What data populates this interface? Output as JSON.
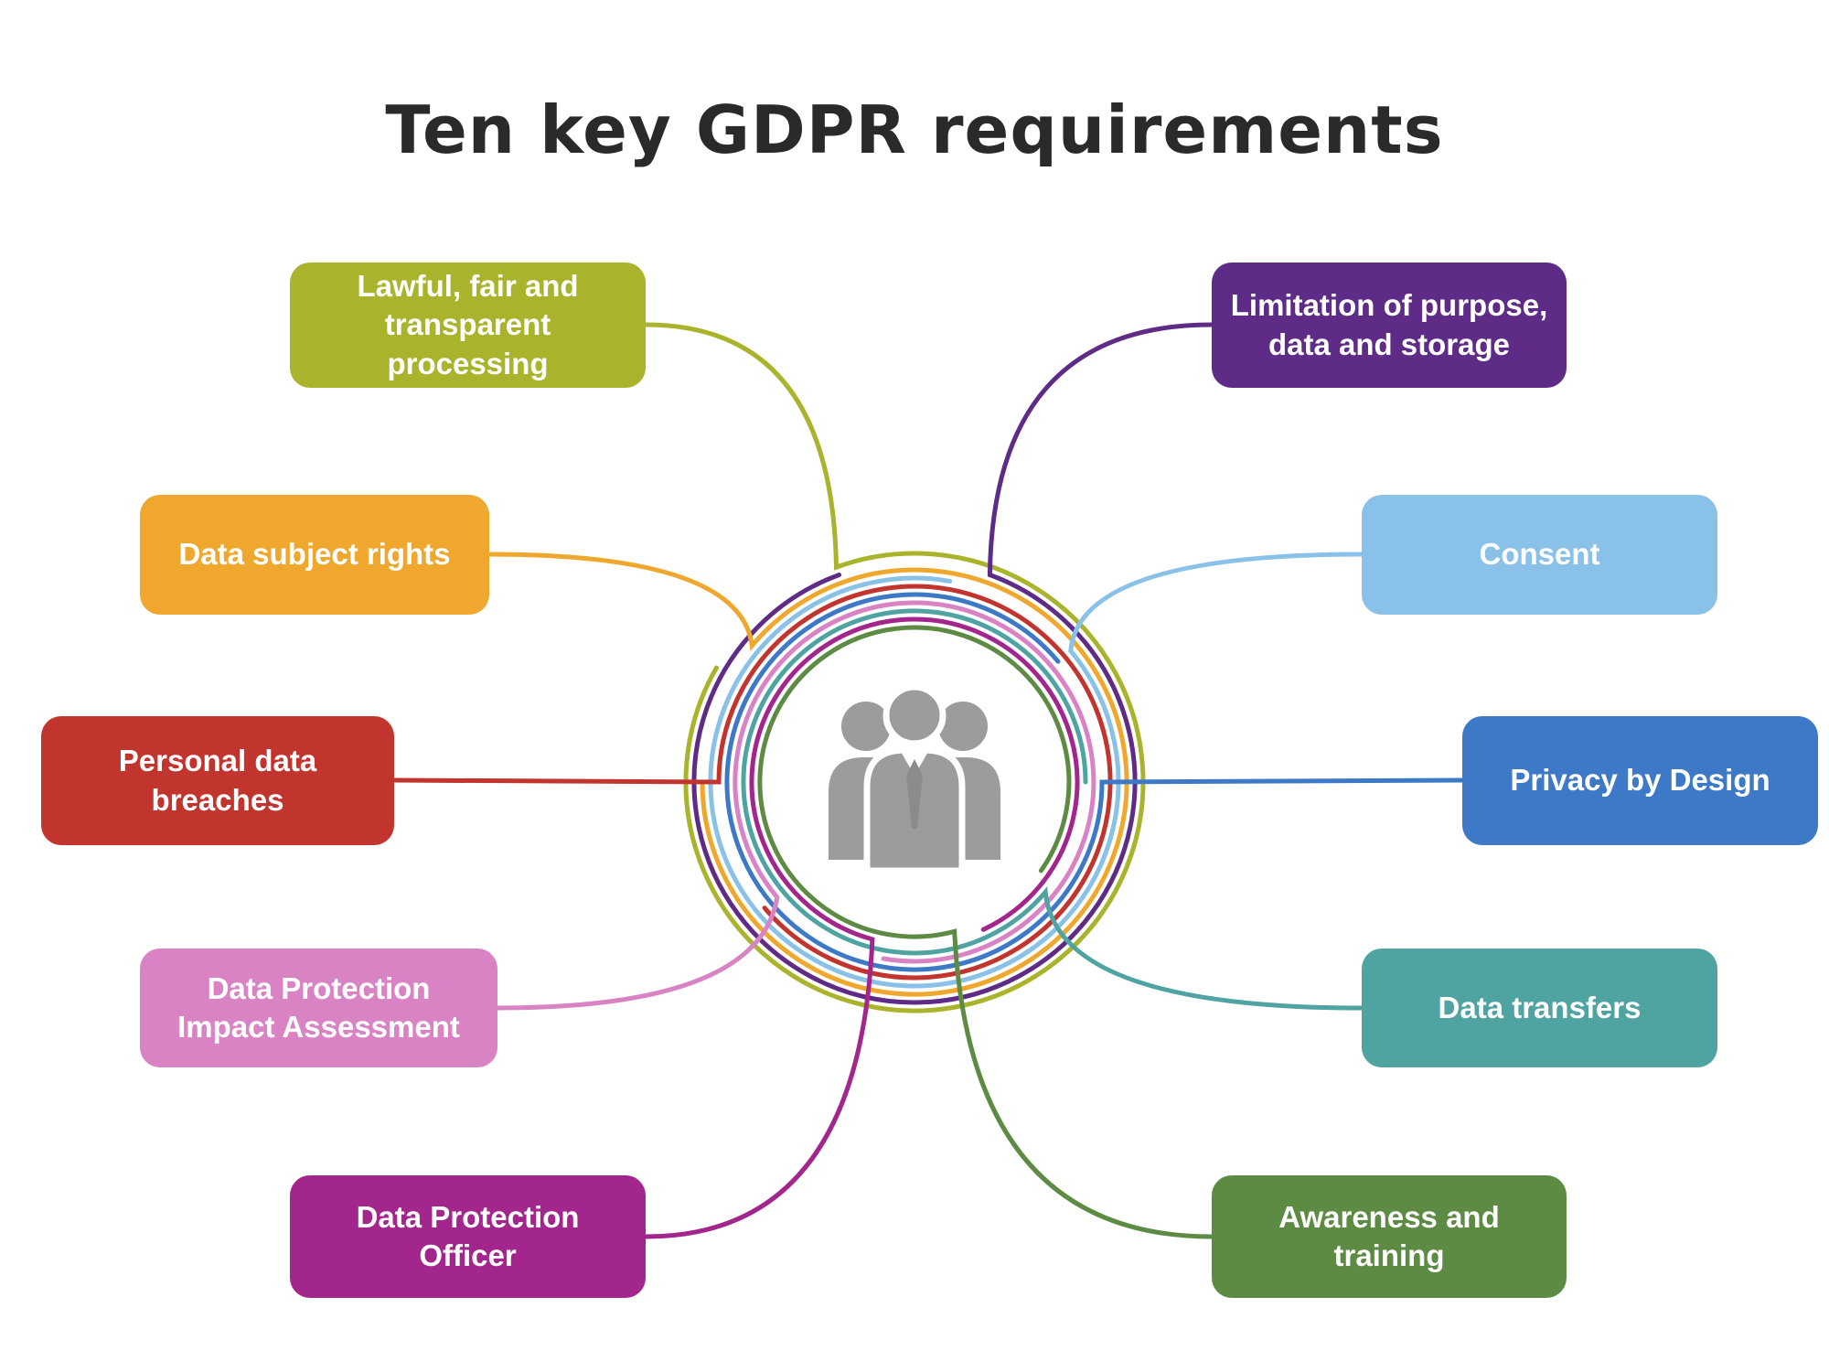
{
  "title": "Ten key GDPR requirements",
  "center_icon": "people-group-icon",
  "items": [
    {
      "label": "Lawful, fair and transparent processing",
      "color": "#a9b42c"
    },
    {
      "label": "Limitation of purpose, data and storage",
      "color": "#5e2b87"
    },
    {
      "label": "Data subject rights",
      "color": "#efa82d"
    },
    {
      "label": "Consent",
      "color": "#8ac1e8"
    },
    {
      "label": "Personal data breaches",
      "color": "#c2342e"
    },
    {
      "label": "Privacy by Design",
      "color": "#3d79c6"
    },
    {
      "label": "Data Protection Impact Assessment",
      "color": "#d983c4"
    },
    {
      "label": "Data transfers",
      "color": "#4fa4a2"
    },
    {
      "label": "Data Protection Officer",
      "color": "#a2268c"
    },
    {
      "label": "Awareness and training",
      "color": "#5d8b43"
    }
  ],
  "icon_colors": {
    "body": "#9c9c9c",
    "tie": "#8b8b8b",
    "separator": "#ffffff"
  }
}
